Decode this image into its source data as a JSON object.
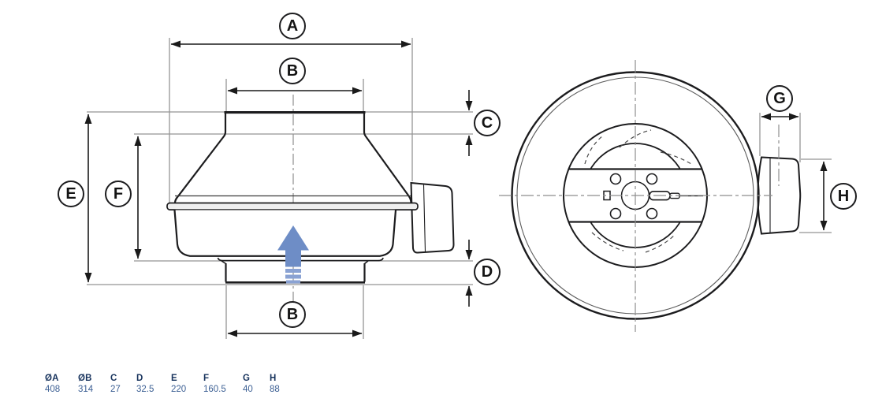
{
  "side_view": {
    "dimension_labels": {
      "a": "A",
      "b_top": "B",
      "c": "C",
      "d": "D",
      "e": "E",
      "f": "F",
      "b_bottom": "B"
    },
    "airflow_icon": "up-arrow"
  },
  "front_view": {
    "dimension_labels": {
      "g": "G",
      "h": "H"
    }
  },
  "dimensions_table": {
    "columns": [
      {
        "label": "ØA",
        "value": "408"
      },
      {
        "label": "ØB",
        "value": "314"
      },
      {
        "label": "C",
        "value": "27"
      },
      {
        "label": "D",
        "value": "32.5"
      },
      {
        "label": "E",
        "value": "220"
      },
      {
        "label": "F",
        "value": "160.5"
      },
      {
        "label": "G",
        "value": "40"
      },
      {
        "label": "H",
        "value": "88"
      }
    ]
  },
  "colors": {
    "object_line": "#1c1c1e",
    "extension_line": "#949494",
    "airflow_arrow": "#6e8dc6",
    "airflow_arrow_stripes": "#8aa2d3",
    "table_header_text": "#16325c",
    "table_value_text": "#3d6094"
  }
}
